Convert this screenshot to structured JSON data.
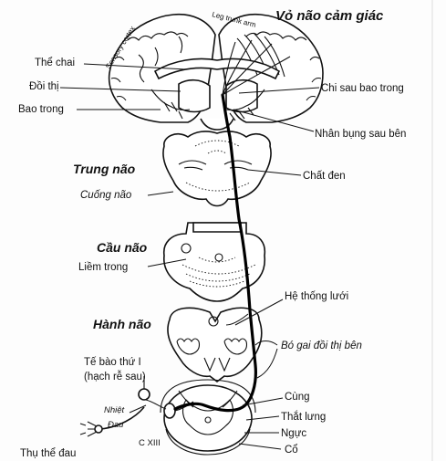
{
  "labels": {
    "cortex_title": "Vỏ não cảm giác",
    "cortex_arc_1": "Sensory cortex",
    "cortex_arc_2": "Leg trunk arm",
    "the_chai": "Thể chai",
    "doi_thi": "Đồi thị",
    "bao_trong": "Bao trong",
    "chi_sau": "Chi sau bao trong",
    "nhan_bung": "Nhân bụng sau bên",
    "trung_nao": "Trung não",
    "cuong_nao": "Cuống não",
    "chat_den": "Chất đen",
    "cau_nao": "Cầu não",
    "liem_trong": "Liềm trong",
    "he_thong_luoi": "Hệ thống lưới",
    "hanh_nao": "Hành não",
    "bo_gai": "Bó gai đồi thị bên",
    "te_bao_1": "Tế bào thứ I",
    "te_bao_2": "(hạch rễ sau)",
    "nhiet": "Nhiệt",
    "dau": "Đau",
    "cxiii": "C XIII",
    "thu_the": "Thụ thể đau",
    "cung": "Cùng",
    "that_lung": "Thắt lưng",
    "nguc": "Ngực",
    "co": "Cổ"
  }
}
